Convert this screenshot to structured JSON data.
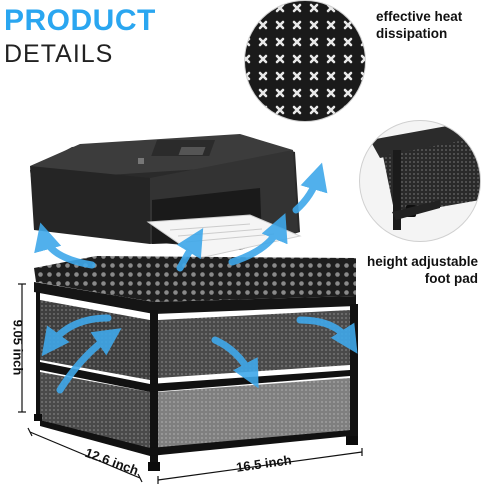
{
  "header": {
    "title": "PRODUCT",
    "subtitle": "DETAILS"
  },
  "features": {
    "heat": {
      "line1": "effective heat",
      "line2": "dissipation"
    },
    "foot": {
      "line1": "height adjustable",
      "line2": "foot pad"
    }
  },
  "dimensions": {
    "height": "9.05 inch",
    "depth": "12.6 inch",
    "width": "16.5 inch"
  },
  "colors": {
    "accent": "#2aa6f0",
    "arrow": "#3fa8ea",
    "metal": "#1e1e1e"
  },
  "icons": [
    "mesh-closeup",
    "foot-pad-closeup",
    "printer",
    "printer-stand",
    "airflow-arrow"
  ]
}
